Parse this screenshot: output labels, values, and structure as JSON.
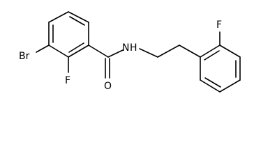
{
  "molecule": {
    "atoms": {
      "bromine": "Br",
      "fluorine_left": "F",
      "oxygen": "O",
      "amide_nitrogen": "N",
      "amide_hydrogen": "H",
      "fluorine_right": "F"
    },
    "line_color": "#000000",
    "background_color": "#ffffff"
  }
}
